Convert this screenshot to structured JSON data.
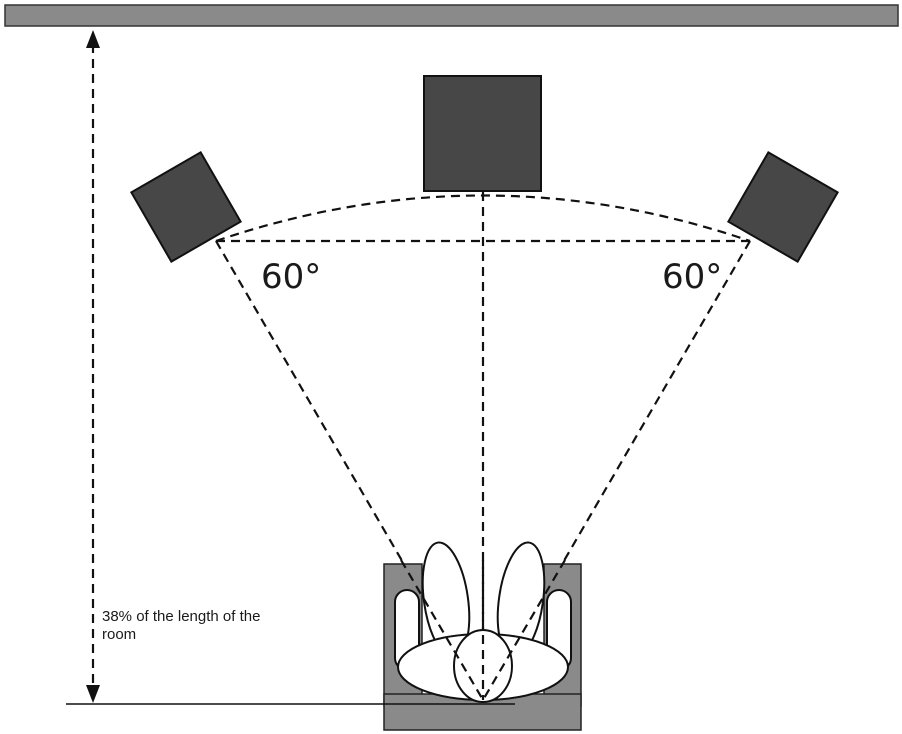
{
  "left_angle": "60°",
  "right_angle": "60°",
  "distance_note": [
    "38% of the length of the",
    "room"
  ],
  "colors": {
    "speaker_fill": "#474747",
    "wall_fill": "#8a8a8a",
    "chair_fill": "#8a8a8a",
    "line": "#111111"
  }
}
